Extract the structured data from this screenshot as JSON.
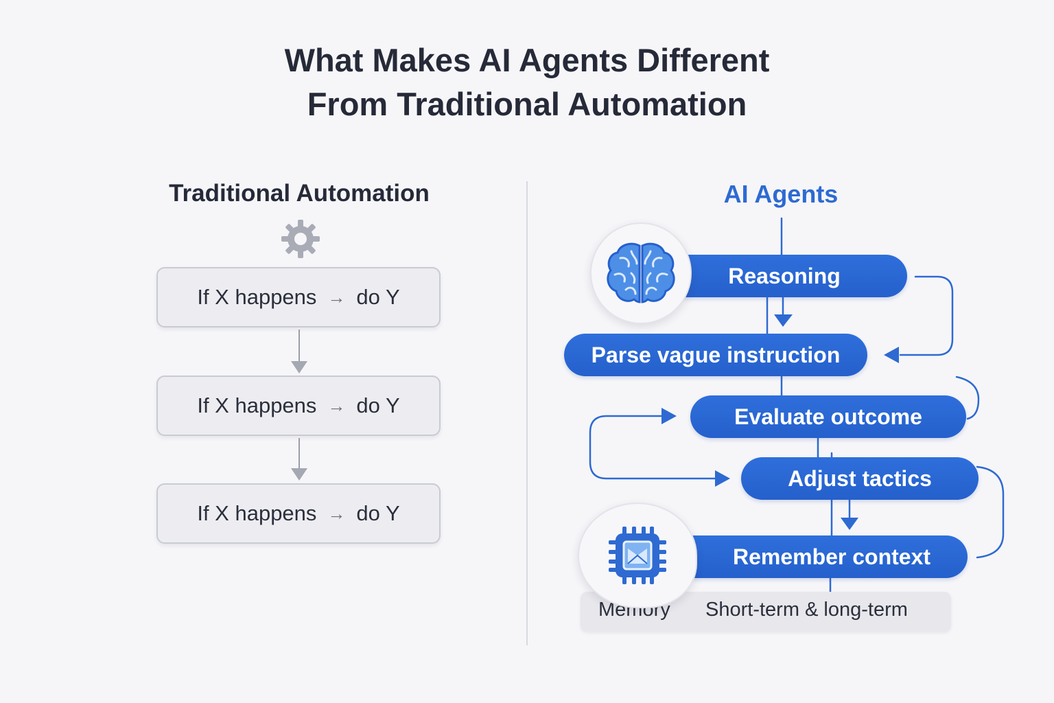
{
  "title": {
    "line1": "What Makes AI Agents Different",
    "line2": "From Traditional Automation"
  },
  "left": {
    "heading": "Traditional Automation",
    "icon": "gear-icon",
    "rules": [
      {
        "condition": "If X happens",
        "arrow": "→",
        "action": "do Y"
      },
      {
        "condition": "If X happens",
        "arrow": "→",
        "action": "do Y"
      },
      {
        "condition": "If X happens",
        "arrow": "→",
        "action": "do Y"
      }
    ]
  },
  "right": {
    "heading": "AI Agents",
    "steps": {
      "reasoning": "Reasoning",
      "parse": "Parse vague instruction",
      "evaluate": "Evaluate outcome",
      "adjust": "Adjust tactics",
      "remember": "Remember context"
    },
    "icons": {
      "top": "brain-icon",
      "bottom": "chip-icon"
    },
    "memory": {
      "label": "Memory",
      "detail": "Short-term & long-term"
    }
  },
  "colors": {
    "accent": "#2e6ad1",
    "text": "#262a38",
    "box_border": "#c9cbd3",
    "background": "#f6f6f9"
  }
}
